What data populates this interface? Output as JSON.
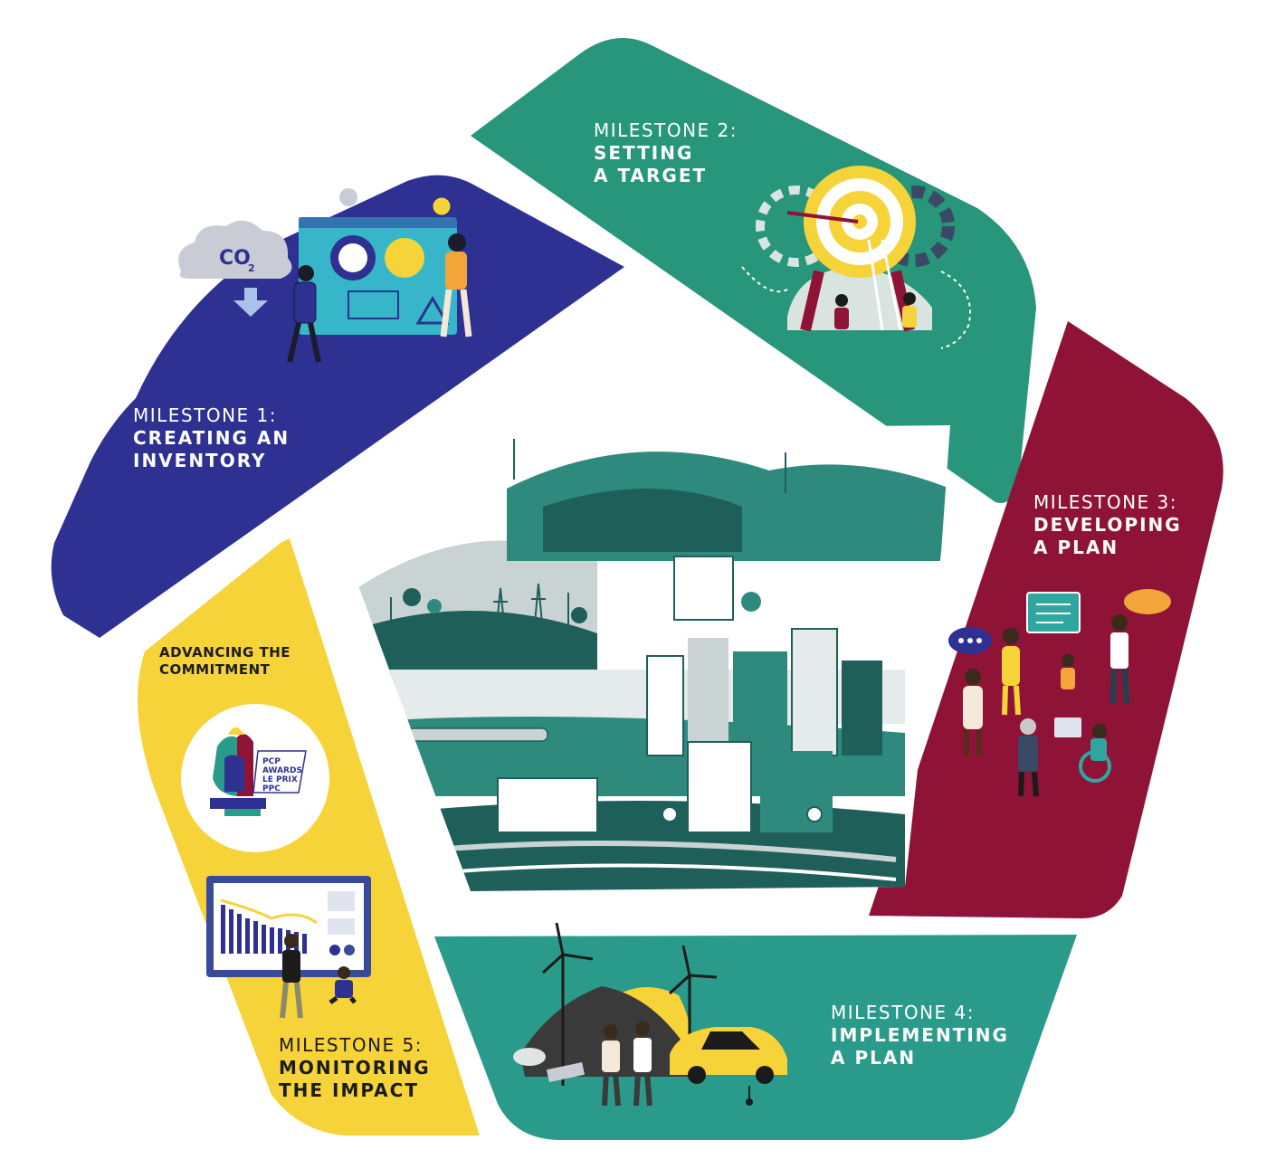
{
  "colors": {
    "m1": "#2e3192",
    "m2": "#27967a",
    "m3": "#8f1337",
    "m4": "#2a9a8a",
    "m5": "#f7d33a",
    "city_dark": "#1f5f5a",
    "city_mid": "#2f8a7e",
    "city_light": "#c9d3d4"
  },
  "milestones": [
    {
      "id": "m1",
      "line1": "MILESTONE 1:",
      "line2": "CREATING AN",
      "line3": "INVENTORY",
      "icon": "co2-dashboard-illustration"
    },
    {
      "id": "m2",
      "line1": "MILESTONE 2:",
      "line2": "SETTING",
      "line3": "A TARGET",
      "icon": "target-gears-illustration"
    },
    {
      "id": "m3",
      "line1": "MILESTONE 3:",
      "line2": "DEVELOPING",
      "line3": "A PLAN",
      "icon": "people-discussion-illustration"
    },
    {
      "id": "m4",
      "line1": "MILESTONE 4:",
      "line2": "IMPLEMENTING",
      "line3": "A PLAN",
      "icon": "wind-turbines-electric-car-illustration"
    },
    {
      "id": "m5",
      "line1": "MILESTONE 5:",
      "line2": "MONITORING",
      "line3": "THE IMPACT",
      "icon": "monitoring-chart-illustration"
    }
  ],
  "advancing": {
    "line1": "ADVANCING THE",
    "line2": "COMMITMENT"
  },
  "badge": {
    "line1": "PCP",
    "line2": "AWARDS",
    "line3": "LE PRIX",
    "line4": "PPC",
    "icon": "pcp-award-badge"
  },
  "cloud_label": "CO",
  "cloud_sub": "2"
}
